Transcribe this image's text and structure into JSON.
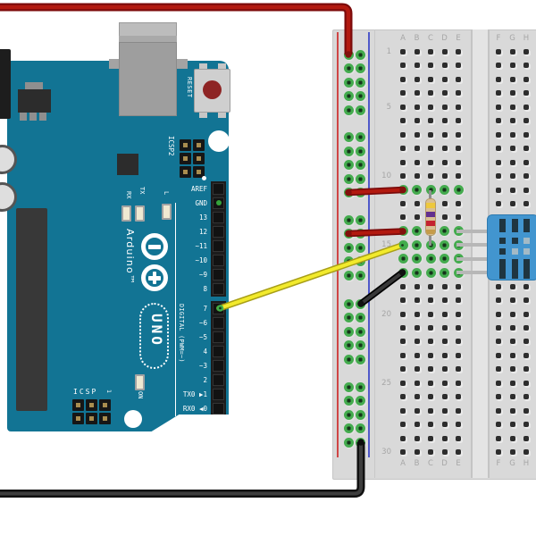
{
  "arduino": {
    "brand": "Arduino™",
    "model": "UNO",
    "reset_label": "RESET",
    "icsp2_label": "ICSP2",
    "icsp_label": "ICSP",
    "icsp_pin1_label": "1",
    "tx_label": "TX",
    "rx_label": "RX",
    "led_l_label": "L",
    "on_label": "ON",
    "digital_label": "DIGITAL (PWM=~)",
    "pins_top": [
      "AREF",
      "GND",
      "13",
      "12",
      "~11",
      "~10",
      "~9",
      "8"
    ],
    "pins_bottom": [
      "7",
      "~6",
      "~5",
      "4",
      "~3",
      "2",
      "TX0 ▶1",
      "RX0 ◀0"
    ],
    "green_pins": [
      "GND",
      "7"
    ]
  },
  "breadboard": {
    "column_letters_left": [
      "A",
      "B",
      "C",
      "D",
      "E"
    ],
    "column_letters_right": [
      "F",
      "G",
      "H"
    ],
    "row_labels": [
      "1",
      "5",
      "10",
      "15",
      "20",
      "25",
      "30"
    ],
    "rows": 30,
    "green_rows": [
      11,
      14,
      15,
      16,
      17
    ],
    "rail_groups": 5,
    "rail_holes_per_group": 5
  },
  "components": {
    "dht11": {
      "pin_rows": [
        14,
        15,
        16,
        17
      ]
    },
    "resistor": {
      "bands": [
        "yellow",
        "violet",
        "red",
        "gold"
      ],
      "from_row": 11,
      "to_row": 15
    }
  },
  "wires": [
    {
      "name": "red-power-wire",
      "color": "#b2190f",
      "route": "off-screen top-left to left power rail (+) hole 1"
    },
    {
      "name": "black-ground-wire",
      "color": "#2b2b2b",
      "route": "off-screen bottom-left to left ground rail bottom hole"
    },
    {
      "name": "red-jumper-1",
      "color": "#b2190f",
      "route": "power rail (+) to breadboard A11"
    },
    {
      "name": "red-jumper-2",
      "color": "#b2190f",
      "route": "power rail (+) to breadboard A14"
    },
    {
      "name": "yellow-data-wire",
      "color": "#f2ea2c",
      "route": "Arduino digital pin 7 to breadboard A15"
    },
    {
      "name": "black-jumper",
      "color": "#2b2b2b",
      "route": "ground rail (-) to breadboard A17"
    }
  ],
  "colors": {
    "board_teal": "#127494",
    "breadboard_grey": "#d9d9d9",
    "rail_red_line": "#d04545",
    "rail_blue_line": "#4f59c9",
    "hole_green": "#44ab4e",
    "dht_blue": "#4295cf",
    "wire_red": "#b2190f",
    "wire_yellow": "#f2ea2c",
    "wire_black": "#2b2b2b",
    "resistor_body": "#d9bf93"
  }
}
